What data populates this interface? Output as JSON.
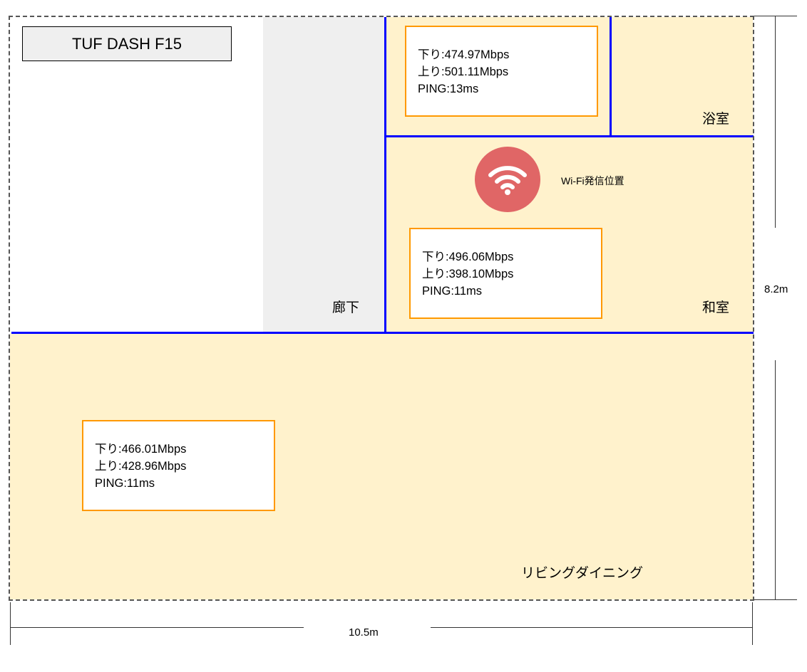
{
  "title": "TUF DASH F15",
  "rooms": {
    "bath": "浴室",
    "washitsu": "和室",
    "hallway": "廊下",
    "living": "リビングダイニング"
  },
  "wifi": {
    "label": "Wi-Fi発信位置",
    "icon": "wifi-icon"
  },
  "measurements": [
    {
      "down": "下り:474.97Mbps",
      "up": "上り:501.11Mbps",
      "ping": "PING:13ms"
    },
    {
      "down": "下り:496.06Mbps",
      "up": "上り:398.10Mbps",
      "ping": "PING:11ms"
    },
    {
      "down": "下り:466.01Mbps",
      "up": "上り:428.96Mbps",
      "ping": "PING:11ms"
    }
  ],
  "dimensions": {
    "width": "10.5m",
    "height": "8.2m"
  },
  "colors": {
    "room_fill": "#fff2cc",
    "wall": "#0000ff",
    "box_border": "#ff9900",
    "wifi": "#e06666",
    "hallway": "#efefef"
  }
}
